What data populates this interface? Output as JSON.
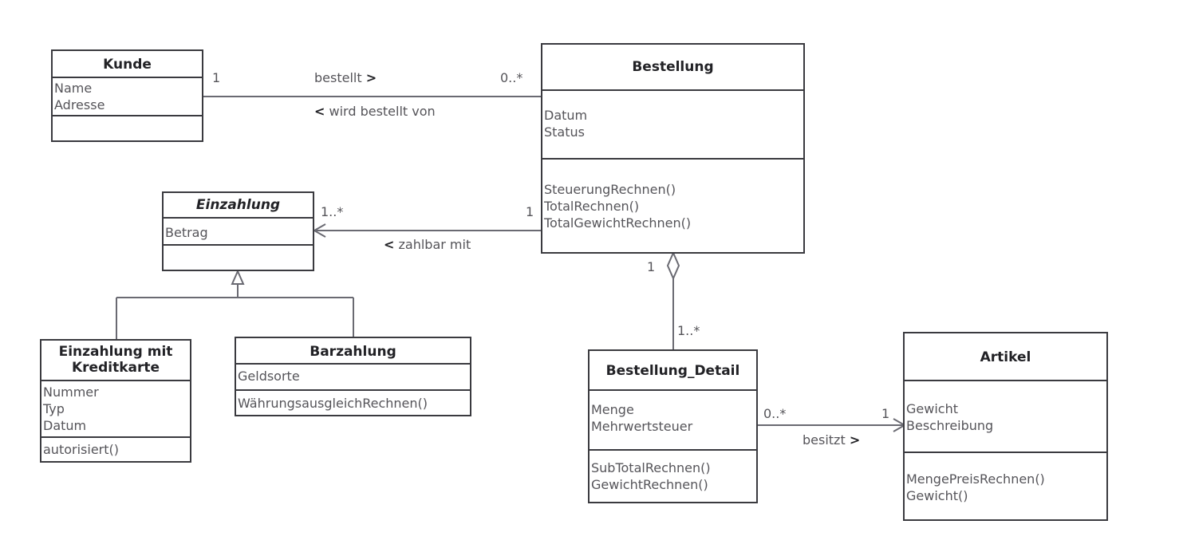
{
  "classes": {
    "kunde": {
      "name": "Kunde",
      "attributes": [
        "Name",
        "Adresse"
      ],
      "methods": []
    },
    "bestellung": {
      "name": "Bestellung",
      "attributes": [
        "Datum",
        "Status"
      ],
      "methods": [
        "SteuerungRechnen()",
        "TotalRechnen()",
        "TotalGewichtRechnen()"
      ]
    },
    "einzahlung": {
      "name": "Einzahlung",
      "attributes": [
        "Betrag"
      ],
      "methods": []
    },
    "kreditkarte": {
      "name": "Einzahlung mit\nKreditkarte",
      "attributes": [
        "Nummer",
        "Typ",
        "Datum"
      ],
      "methods": [
        "autorisiert()"
      ]
    },
    "barzahlung": {
      "name": "Barzahlung",
      "attributes": [
        "Geldsorte"
      ],
      "methods": [
        "WährungsausgleichRechnen()"
      ]
    },
    "detail": {
      "name": "Bestellung_Detail",
      "attributes": [
        "Menge",
        "Mehrwertsteuer"
      ],
      "methods": [
        "SubTotalRechnen()",
        "GewichtRechnen()"
      ]
    },
    "artikel": {
      "name": "Artikel",
      "attributes": [
        "Gewicht",
        "Beschreibung"
      ],
      "methods": [
        "MengePreisRechnen()",
        "Gewicht()"
      ]
    }
  },
  "associations": {
    "kunde_bestellung": {
      "mult_kunde": "1",
      "mult_bestellung": "0..*",
      "label_forward": "bestellt",
      "arrow_forward": ">",
      "arrow_back": "<",
      "label_back": "wird bestellt von"
    },
    "bestellung_einzahlung": {
      "mult_einzahlung": "1..*",
      "mult_bestellung": "1",
      "arrow": "<",
      "label": "zahlbar mit"
    },
    "bestellung_detail": {
      "mult_bestellung": "1",
      "mult_detail": "1..*"
    },
    "detail_artikel": {
      "mult_detail": "0..*",
      "mult_artikel": "1",
      "label": "besitzt",
      "arrow": ">"
    }
  }
}
